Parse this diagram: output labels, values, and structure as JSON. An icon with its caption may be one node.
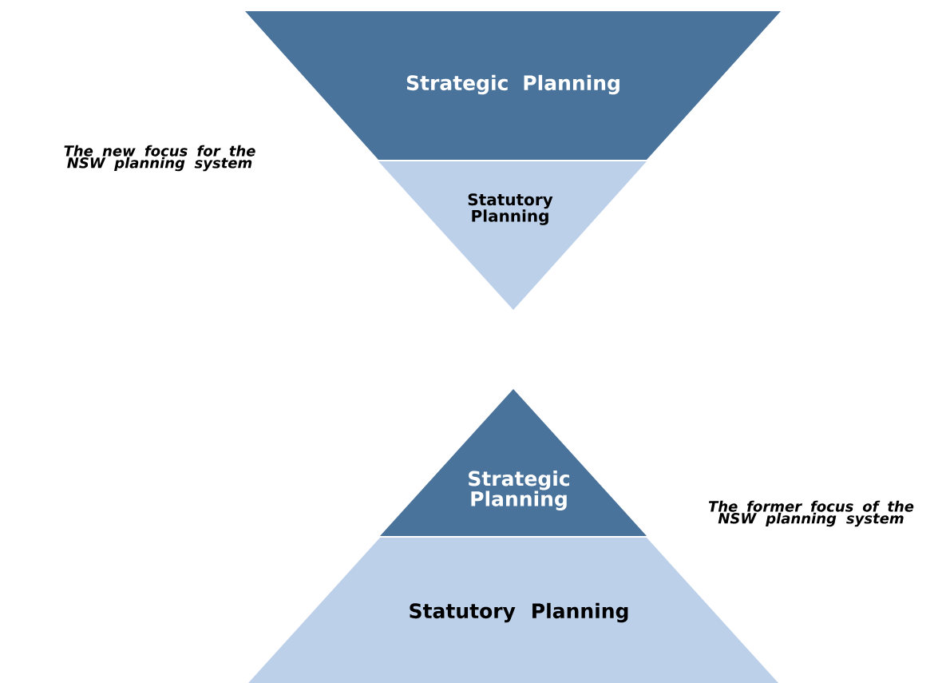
{
  "diagram": {
    "nodes": [
      {
        "text": [
          "Strategic Planning"
        ]
      },
      {
        "text": [
          "Statutory Planning"
        ]
      },
      {
        "text": [
          "Strategic Planning"
        ]
      },
      {
        "text": [
          "Statutory Planning"
        ]
      }
    ],
    "labels": [
      "The new focus for the NSW planning system",
      "The former focus of the NSW planning system"
    ]
  }
}
